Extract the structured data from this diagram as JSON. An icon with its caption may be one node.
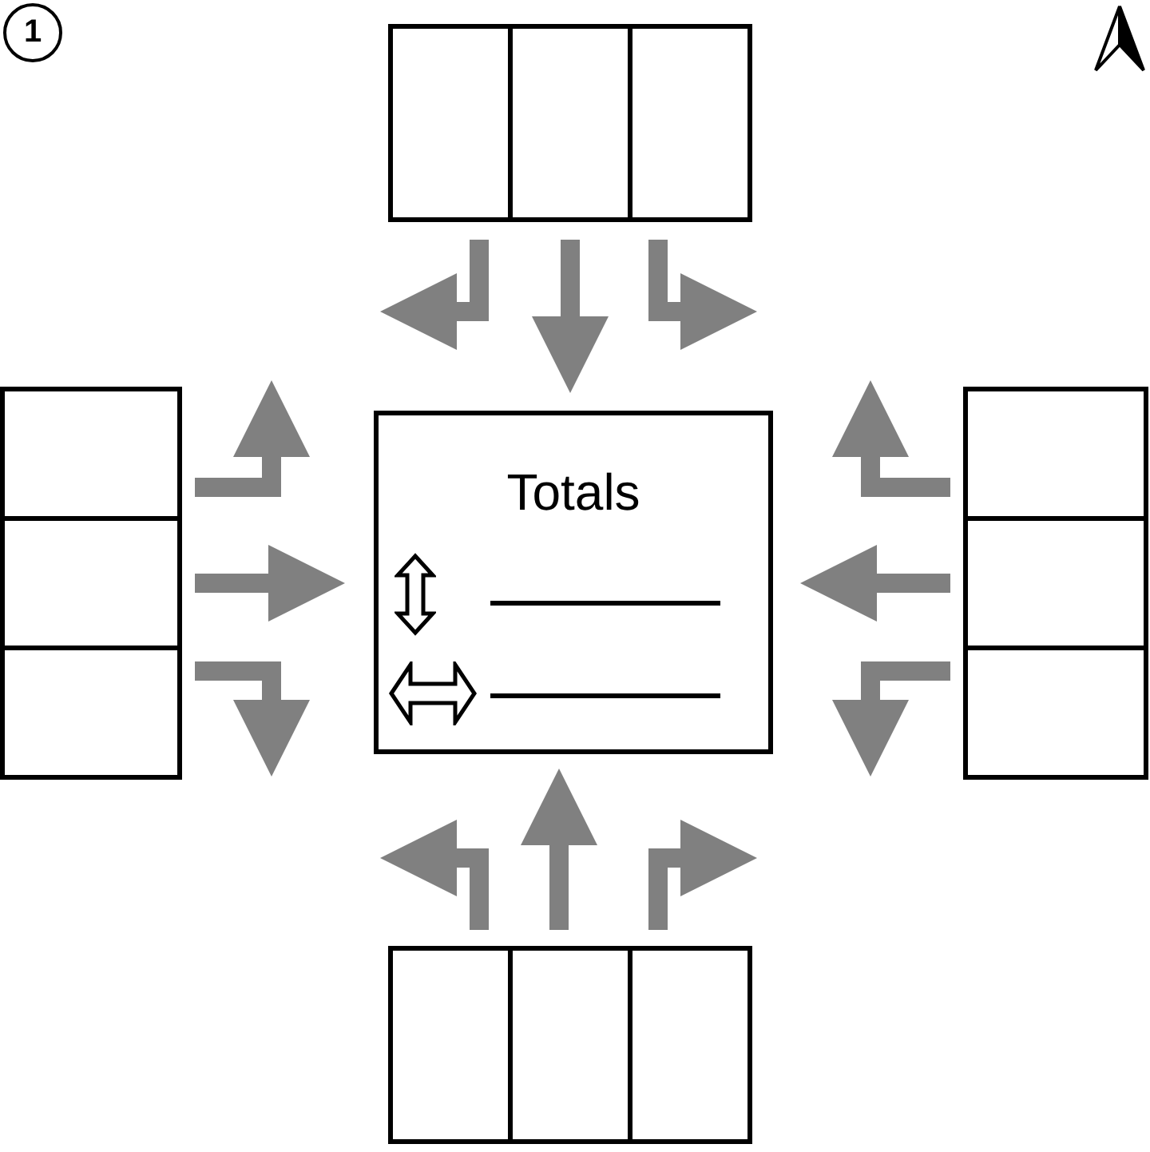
{
  "diagram": {
    "nodes": [
      {
        "text": [
          "1"
        ]
      },
      {
        "text": [
          "Totals"
        ]
      },
      {
        "text": [],
        "shape": "box"
      },
      {
        "text": [],
        "shape": "box"
      },
      {
        "text": [],
        "shape": "box"
      },
      {
        "text": [],
        "shape": "box"
      },
      {
        "text": [],
        "shape": "box"
      },
      {
        "text": [],
        "shape": "box"
      },
      {
        "text": [],
        "shape": "box"
      },
      {
        "text": [],
        "shape": "box"
      },
      {
        "text": [],
        "shape": "box"
      },
      {
        "text": [],
        "shape": "box"
      },
      {
        "text": [],
        "shape": "box"
      },
      {
        "text": [],
        "shape": "box"
      }
    ]
  }
}
